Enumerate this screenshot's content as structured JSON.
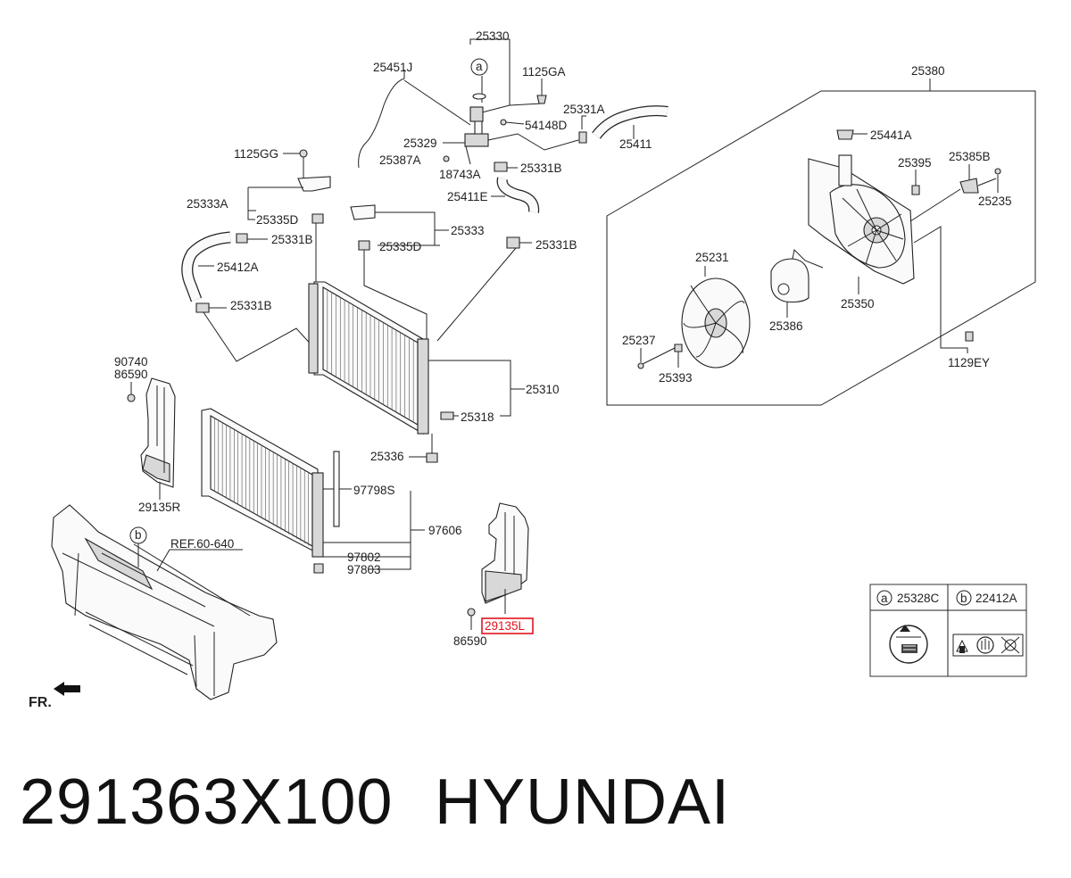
{
  "callouts": {
    "p25330": "25330",
    "p25451J": "25451J",
    "p1125GA": "1125GA",
    "p54148D": "54148D",
    "p25331A": "25331A",
    "p25329": "25329",
    "p25387A": "25387A",
    "p18743A": "18743A",
    "p25331B_top": "25331B",
    "p25411": "25411",
    "p25411E": "25411E",
    "p1125GG": "1125GG",
    "p25333A": "25333A",
    "p25335D_left": "25335D",
    "p25333": "25333",
    "p25335D_mid": "25335D",
    "p25331B_2": "25331B",
    "p25331B_3": "25331B",
    "p25412A": "25412A",
    "p25331B_4": "25331B",
    "p90740": "90740",
    "p86590_l": "86590",
    "p25310": "25310",
    "p25318": "25318",
    "p25336": "25336",
    "p29135R": "29135R",
    "p97798S": "97798S",
    "p97606": "97606",
    "p97802": "97802",
    "p97803": "97803",
    "pREF": "REF.60-640",
    "p29135L": "29135L",
    "p86590_r": "86590",
    "p25380": "25380",
    "p25441A": "25441A",
    "p25395": "25395",
    "p25385B": "25385B",
    "p25235": "25235",
    "p25231": "25231",
    "p25386": "25386",
    "p25350": "25350",
    "p25237": "25237",
    "p25393": "25393",
    "p1129EY": "1129EY",
    "circle_a": "a",
    "circle_b": "b",
    "fr": "FR."
  },
  "legend": {
    "a_letter": "a",
    "a_part": "25328C",
    "b_letter": "b",
    "b_part": "22412A"
  },
  "footer": {
    "part_number": "291363X100",
    "brand": "HYUNDAI"
  },
  "colors": {
    "highlight": "#e0141e",
    "ink": "#222222"
  }
}
